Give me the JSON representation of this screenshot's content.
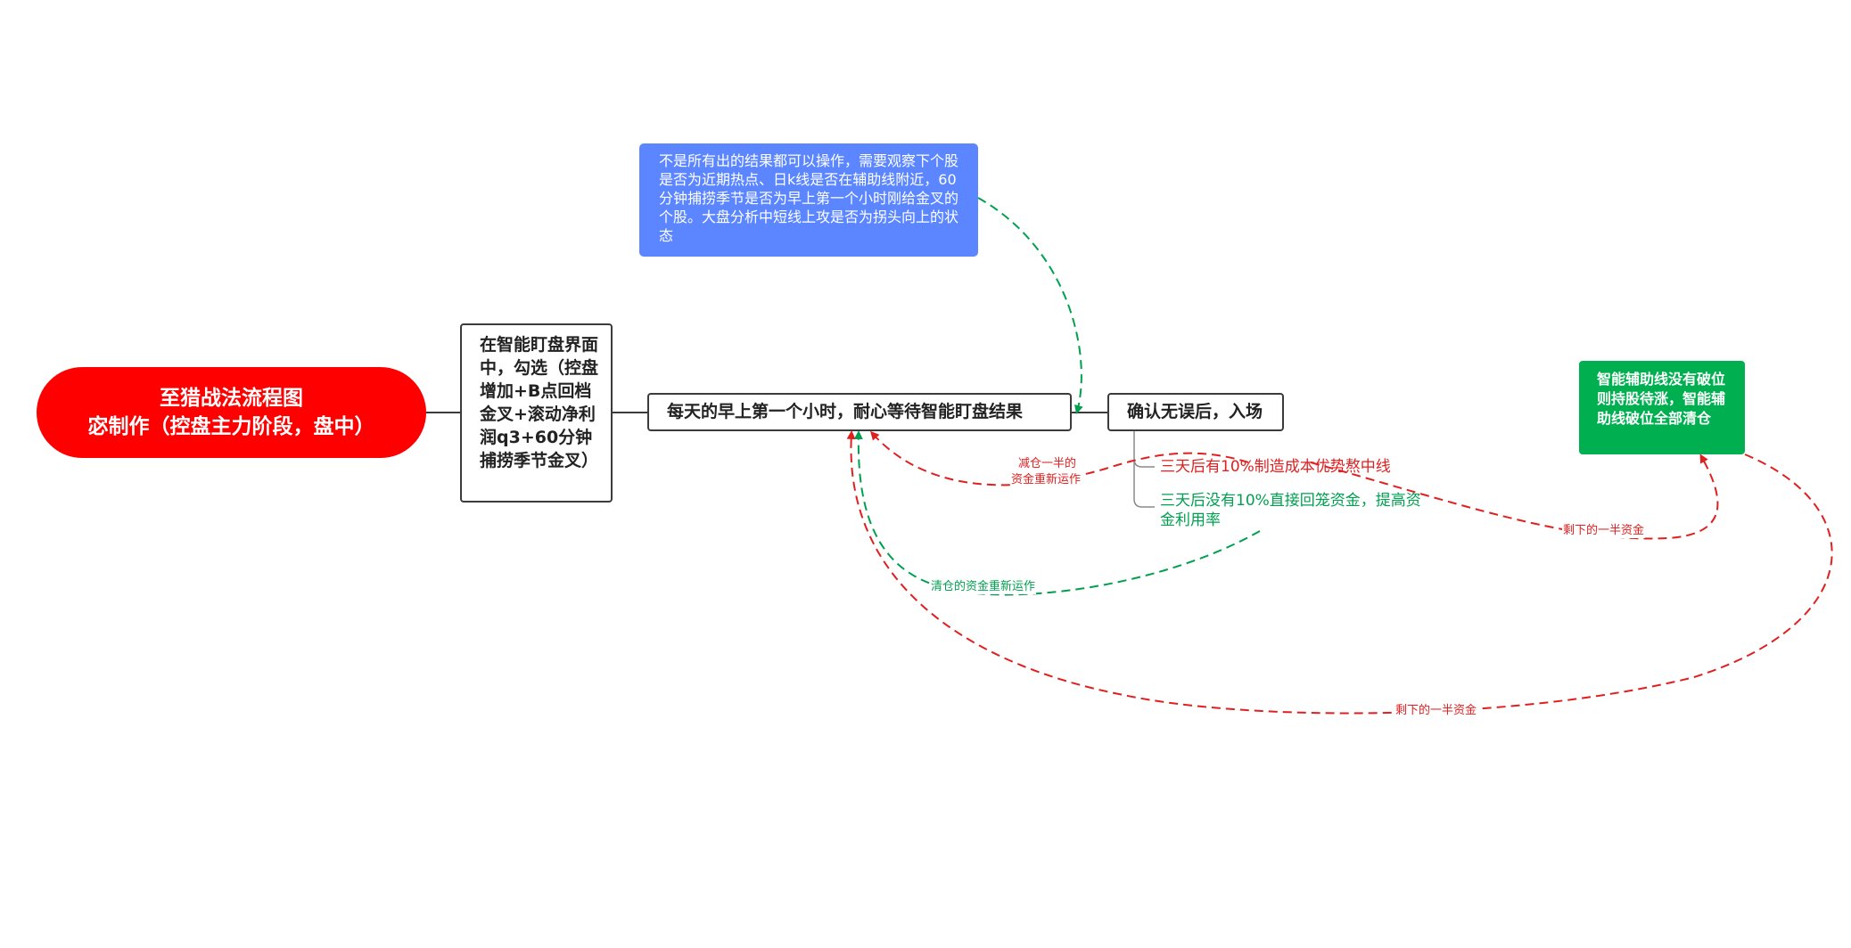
{
  "root": {
    "line1": "至猎战法流程图",
    "line2": "宓制作（控盘主力阶段，盘中）"
  },
  "step1": {
    "text": "在智能盯盘界面中，勾选（控盘增加+B点回档金叉+滚动净利润q3+60分钟捕捞季节金叉）"
  },
  "step2": {
    "text": "每天的早上第一个小时，耐心等待智能盯盘结果"
  },
  "step3": {
    "text": "确认无误后，入场"
  },
  "note_blue": {
    "text": "不是所有出的结果都可以操作，需要观察下个股是否为近期热点、日k线是否在辅助线附近，60分钟捕捞季节是否为早上第一个小时刚给金叉的个股。大盘分析中短线上攻是否为拐头向上的状态"
  },
  "note_green": {
    "text": "智能辅助线没有破位则持股待涨，智能辅助线破位全部清仓"
  },
  "branches": {
    "red": "三天后有10%制造成本优势熬中线",
    "green": "三天后没有10%直接回笼资金，提高资金利用率"
  },
  "labels": {
    "reduce_line1": "减仓一半的",
    "reduce_line2": "资金重新运作",
    "clear": "清仓的资金重新运作",
    "remaining_a": "剩下的一半资金",
    "remaining_b": "剩下的一半资金"
  },
  "colors": {
    "root": "#ff0000",
    "note_blue": "#5b86ff",
    "note_green": "#00b050",
    "red_arrow": "#e02020",
    "green_arrow": "#00a050",
    "connector": "#3b3b3b"
  }
}
